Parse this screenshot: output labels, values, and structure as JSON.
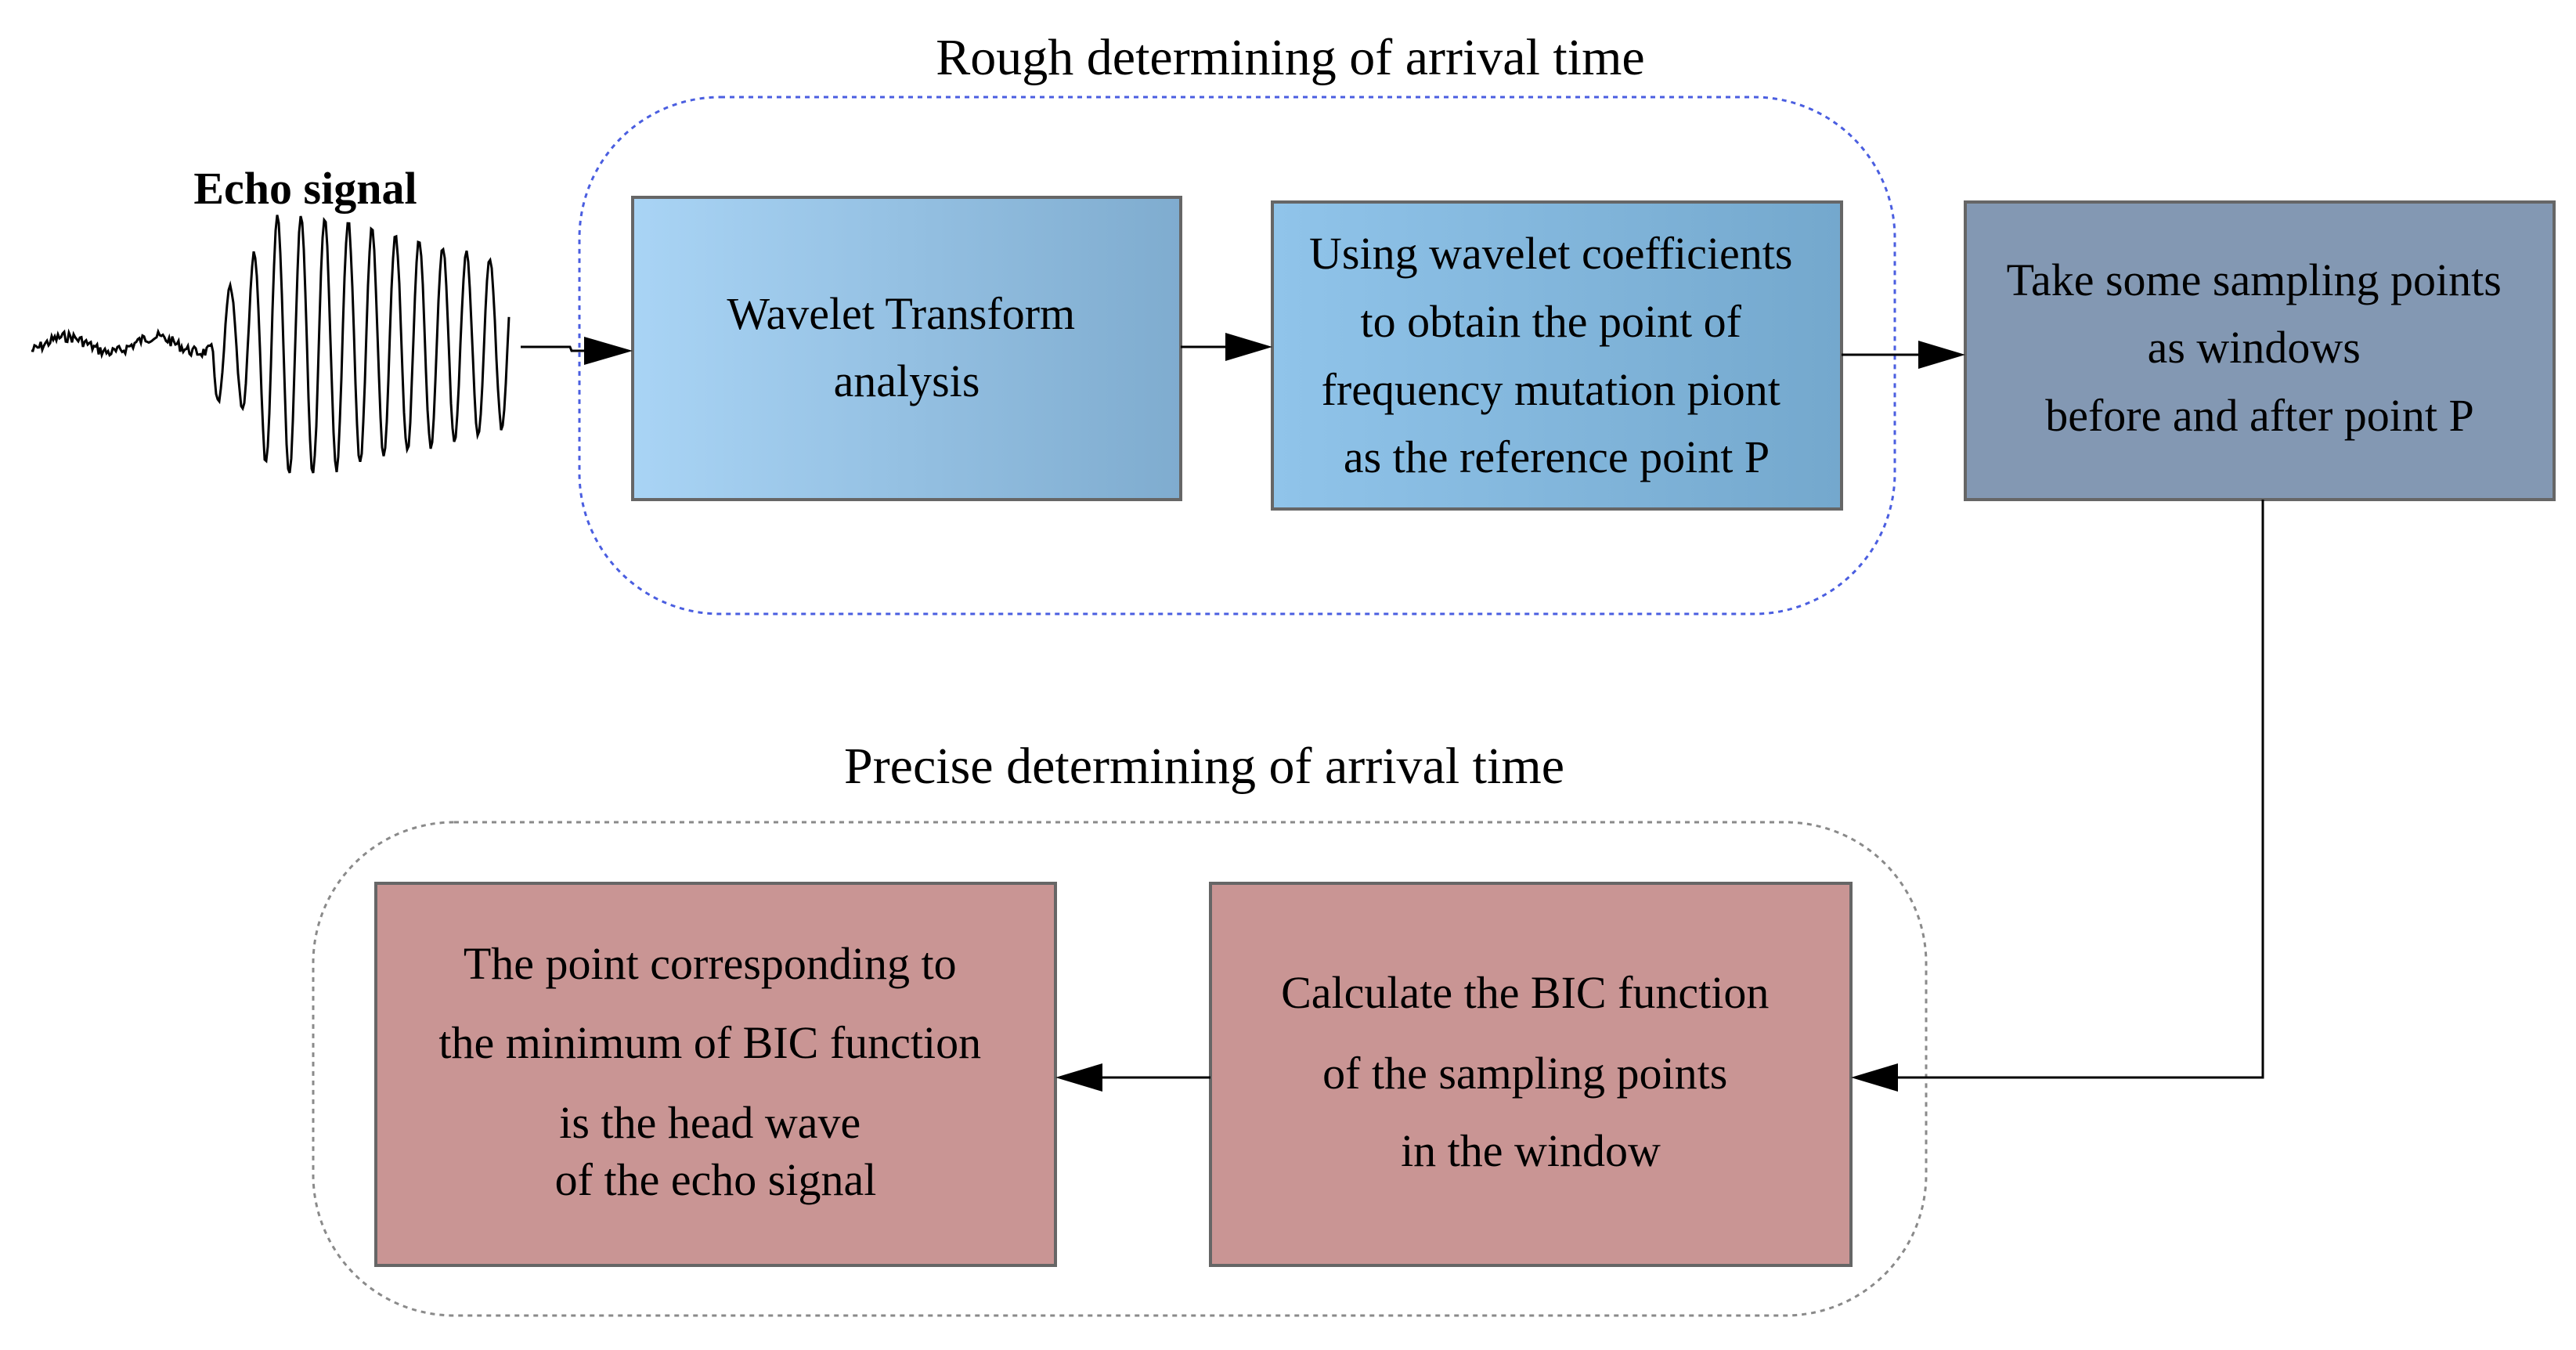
{
  "echo_label": "Echo signal",
  "groups": {
    "rough": {
      "title": "Rough determining of arrival time"
    },
    "precise": {
      "title": "Precise determining of arrival time"
    }
  },
  "boxes": {
    "wavelet": {
      "lines": [
        "Wavelet Transform",
        "analysis"
      ]
    },
    "coefficients": {
      "lines": [
        "Using wavelet coefficients",
        "to obtain the point of",
        "frequency mutation piont",
        "as the reference point P"
      ]
    },
    "sampling": {
      "lines": [
        "Take some sampling points",
        "as windows",
        "before and after point P"
      ]
    },
    "bic": {
      "lines": [
        "Calculate the BIC function",
        "of the sampling points",
        "in the window"
      ]
    },
    "result": {
      "lines": [
        "The point corresponding to",
        "the minimum of BIC function",
        "is the head wave",
        "of the echo signal"
      ]
    }
  },
  "colors": {
    "blue_light": "#a9d4f5",
    "blue_mid": "#78b0d6",
    "blue_steel": "#8398b3",
    "rose": "#c99594",
    "rough_border": "#4a5ee0",
    "precise_border": "#8a8a8a",
    "box_border": "#666666"
  }
}
